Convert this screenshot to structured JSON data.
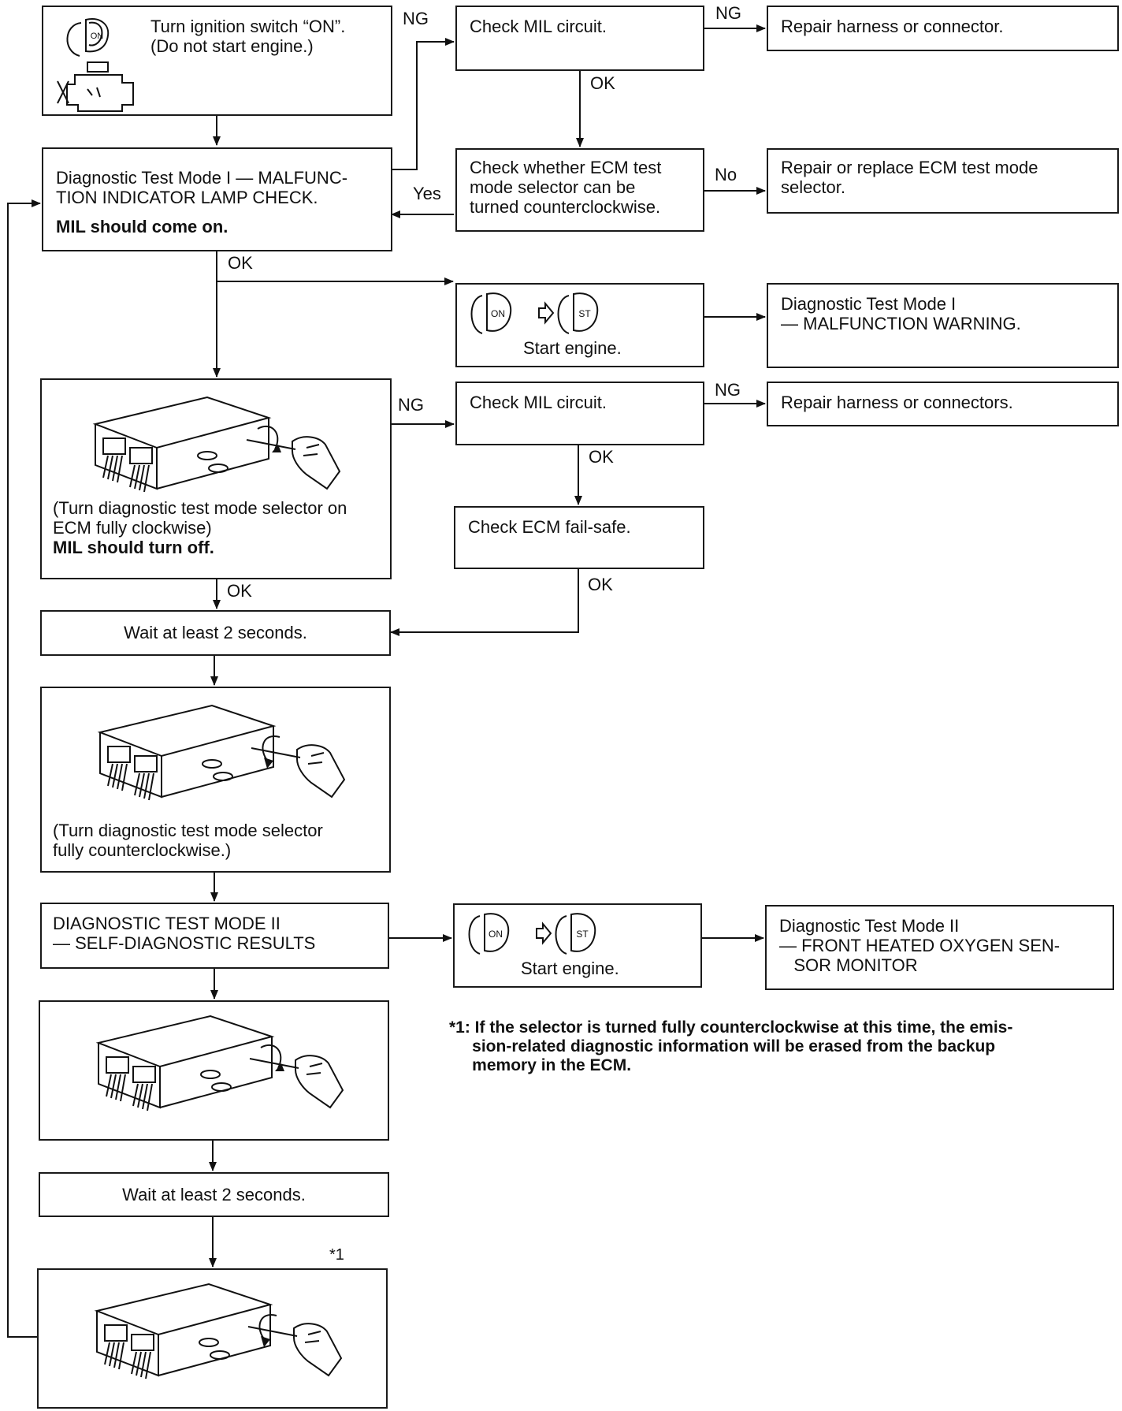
{
  "boxes": {
    "b1": {
      "text": "Turn ignition switch “ON”.\n(Do not start engine.)"
    },
    "b2": {
      "text": "Diagnostic Test Mode I — MALFUNC-\nTION INDICATOR LAMP CHECK.",
      "bold": "MIL should come on."
    },
    "b3": {
      "text": "Check MIL circuit."
    },
    "b4": {
      "text": "Repair harness or connector."
    },
    "b5": {
      "text": "Check whether ECM test\nmode selector can be\nturned counterclockwise."
    },
    "b6": {
      "text": "Repair or replace ECM test mode\nselector."
    },
    "b7": {
      "text": "Start engine."
    },
    "b8": {
      "text": "Diagnostic Test Mode I\n— MALFUNCTION WARNING."
    },
    "b9": {
      "text": "(Turn diagnostic test mode selector on\nECM fully clockwise)",
      "bold": "MIL should turn off."
    },
    "b10": {
      "text": "Check MIL circuit."
    },
    "b11": {
      "text": "Repair harness or connectors."
    },
    "b12": {
      "text": "Check ECM fail-safe."
    },
    "b13": {
      "text": "Wait at least 2 seconds."
    },
    "b14": {
      "text": "(Turn diagnostic test mode selector\nfully counterclockwise.)"
    },
    "b15": {
      "text": "DIAGNOSTIC TEST MODE II\n— SELF-DIAGNOSTIC RESULTS"
    },
    "b16": {
      "text": "Start engine."
    },
    "b17": {
      "text": "Diagnostic Test Mode II\n— FRONT HEATED OXYGEN SEN-\n   SOR MONITOR"
    },
    "b19": {
      "text": "Wait at least 2 seconds."
    }
  },
  "labels": {
    "ng": "NG",
    "ok": "OK",
    "yes": "Yes",
    "no": "No",
    "star1": "*1"
  },
  "icons": {
    "key_on": "ON",
    "key_st": "ST"
  },
  "footnote": "*1: If the selector is turned fully counterclockwise at this time, the emis-\n     sion-related diagnostic information will be erased from the backup\n     memory in the ECM."
}
